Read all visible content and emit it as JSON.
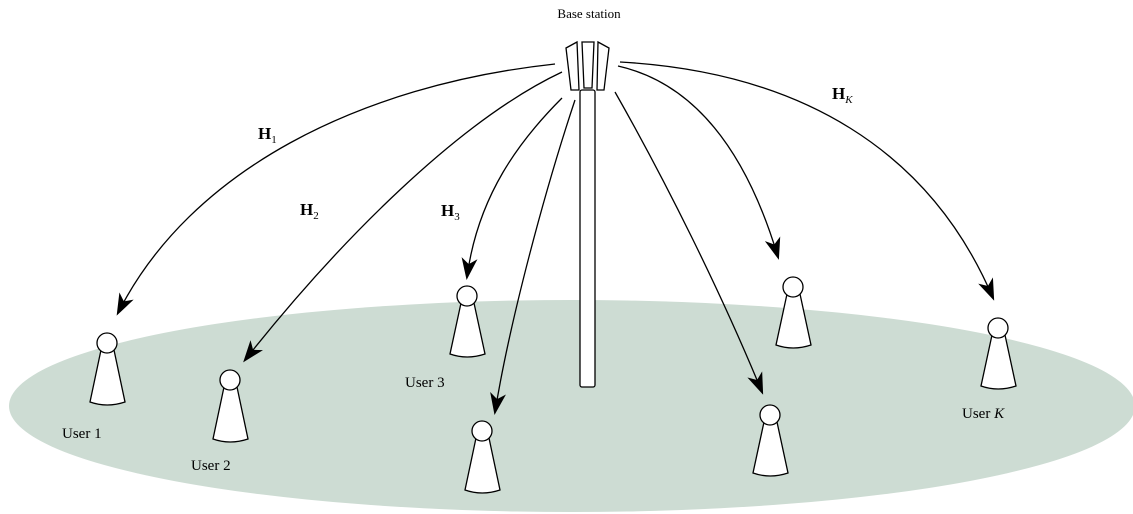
{
  "title": "Base station",
  "channels": [
    {
      "name": "H",
      "sub": "1",
      "sub_italic": false
    },
    {
      "name": "H",
      "sub": "2",
      "sub_italic": false
    },
    {
      "name": "H",
      "sub": "3",
      "sub_italic": false
    },
    {
      "name": "H",
      "sub": "K",
      "sub_italic": true
    }
  ],
  "users": [
    {
      "text": "User 1"
    },
    {
      "text": "User 2"
    },
    {
      "text": "User 3"
    },
    {
      "text": "User ",
      "italic_part": "K"
    }
  ],
  "colors": {
    "ground": "#cddcd3",
    "stroke": "#000000",
    "user_fill": "#ffffff"
  }
}
